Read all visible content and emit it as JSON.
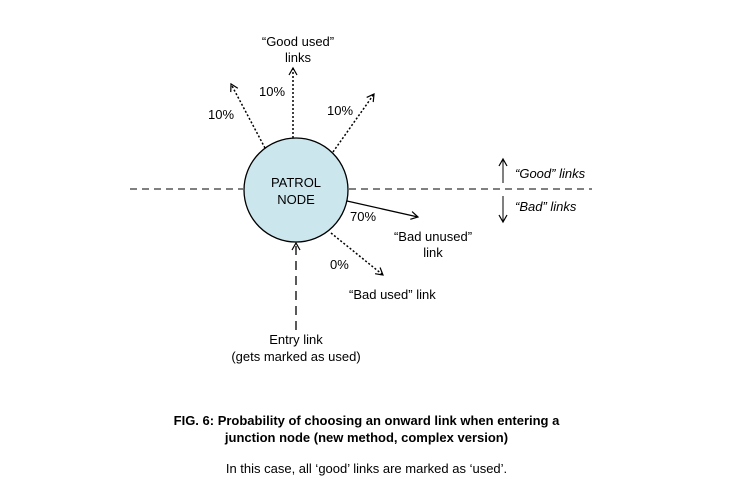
{
  "node": {
    "line1": "PATROL",
    "line2": "NODE",
    "fill": "#cce6ee"
  },
  "links": {
    "good_used_label_line1": "“Good used”",
    "good_used_label_line2": "links",
    "good_left_pct": "10%",
    "good_up_pct": "10%",
    "good_right_pct": "10%",
    "bad_unused_pct": "70%",
    "bad_unused_label_line1": "“Bad unused”",
    "bad_unused_label_line2": "link",
    "bad_used_pct": "0%",
    "bad_used_label": "“Bad used” link",
    "entry_label_line1": "Entry link",
    "entry_label_line2": "(gets marked as used)"
  },
  "legend": {
    "good": "“Good” links",
    "bad": "“Bad” links"
  },
  "caption": {
    "title_line1": "FIG. 6: Probability of choosing an onward link when entering a",
    "title_line2": "junction node (new method, complex version)",
    "note": "In this case, all ‘good’ links are marked as ‘used’."
  }
}
